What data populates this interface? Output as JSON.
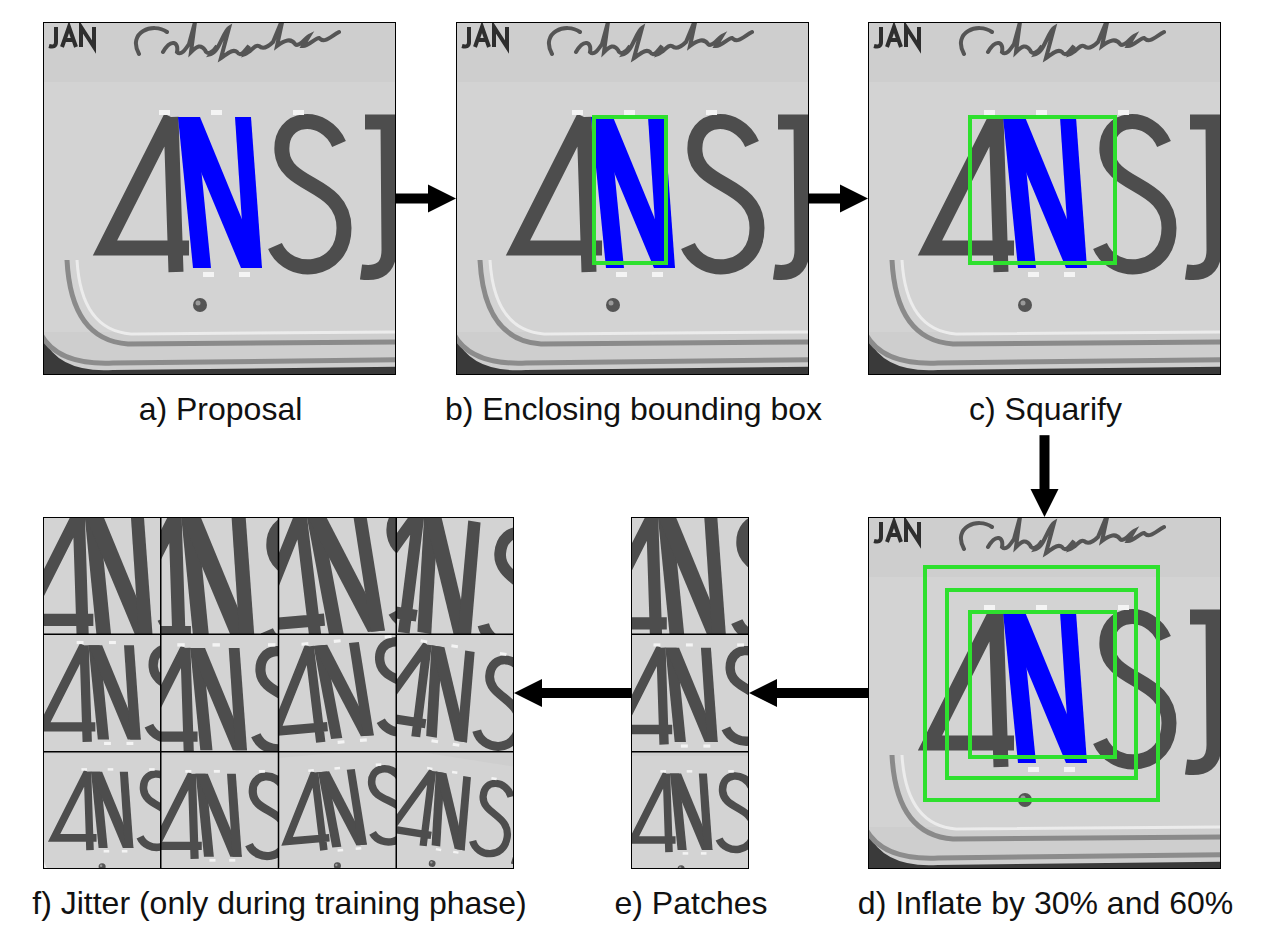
{
  "diagram": {
    "nodes": [
      {
        "text": [
          "a) Proposal"
        ]
      },
      {
        "text": [
          "b) Enclosing bounding box"
        ]
      },
      {
        "text": [
          "c) Squarify"
        ]
      },
      {
        "text": [
          "d) Inflate by 30% and 60%"
        ]
      },
      {
        "text": [
          "e) Patches"
        ]
      },
      {
        "text": [
          "f) Jitter (only during training phase)"
        ]
      }
    ],
    "edges": [
      {
        "from": 0,
        "to": 1,
        "arrow": "to"
      },
      {
        "from": 1,
        "to": 2,
        "arrow": "to"
      },
      {
        "from": 2,
        "to": 3,
        "arrow": "to"
      },
      {
        "from": 3,
        "to": 4,
        "arrow": "to"
      },
      {
        "from": 4,
        "to": 5,
        "arrow": "to"
      }
    ]
  }
}
